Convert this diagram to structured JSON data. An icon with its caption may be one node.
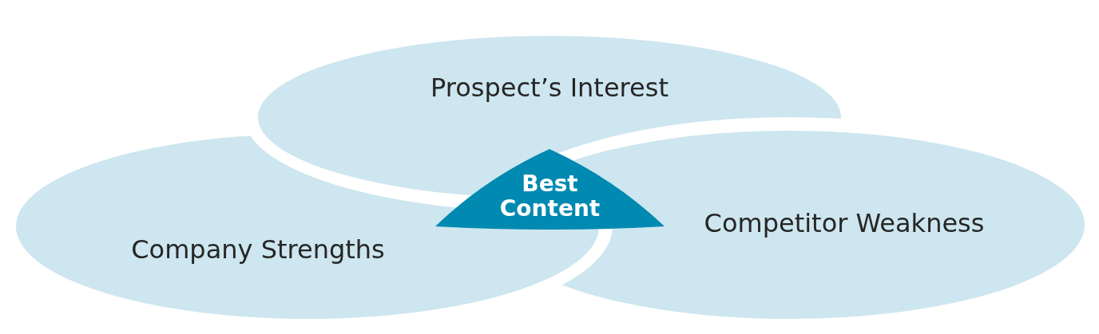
{
  "diagram": {
    "nodes": [
      {
        "text": [
          "Prospect’s Interest"
        ]
      },
      {
        "text": [
          "Best Content"
        ]
      },
      {
        "text": [
          "Competitor Weakness"
        ]
      },
      {
        "text": [
          "Company Strengths"
        ]
      }
    ]
  }
}
